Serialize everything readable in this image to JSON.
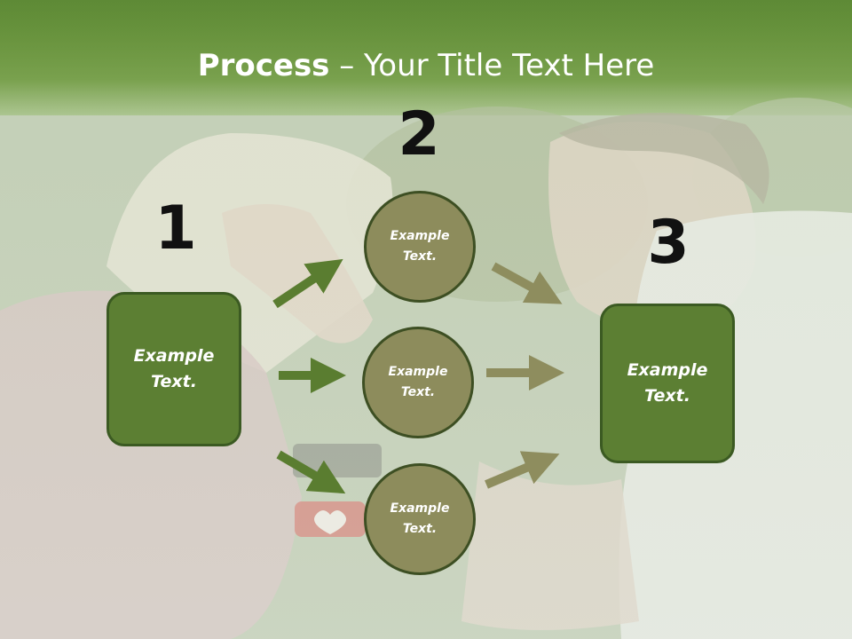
{
  "slide": {
    "title_bold": "Process",
    "title_rest": " – Your Title Text Here",
    "step_numbers": [
      "1",
      "2",
      "3"
    ],
    "left_box": "Example\nText.",
    "right_box": "Example\nText.",
    "circles": [
      "Example\nText.",
      "Example\nText.",
      "Example\nText."
    ]
  },
  "colors": {
    "header_green": "#6f9a40",
    "box_fill": "#5c7f33",
    "box_border": "#3b5a22",
    "circle_fill": "#8d8c5c",
    "circle_border": "#3d4f23",
    "left_arrow": "#5a7d30",
    "right_arrow": "#8e8d5e"
  }
}
